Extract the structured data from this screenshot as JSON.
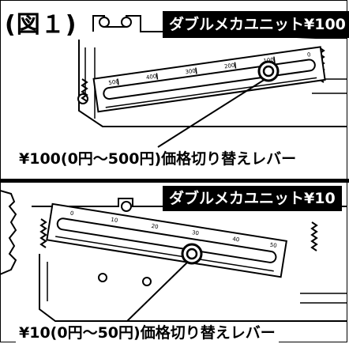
{
  "figure": {
    "label": "(図１)"
  },
  "panel_top": {
    "badge": "ダブルメカユニット¥100",
    "caption": "¥100(0円～500円)価格切り替えレバー",
    "scale_marks": [
      "500",
      "400",
      "300",
      "200",
      "100",
      "0"
    ]
  },
  "panel_bottom": {
    "badge": "ダブルメカユニット¥10",
    "caption": "¥10(0円～50円)価格切り替えレバー",
    "scale_marks": [
      "0",
      "10",
      "20",
      "30",
      "40",
      "50"
    ]
  }
}
